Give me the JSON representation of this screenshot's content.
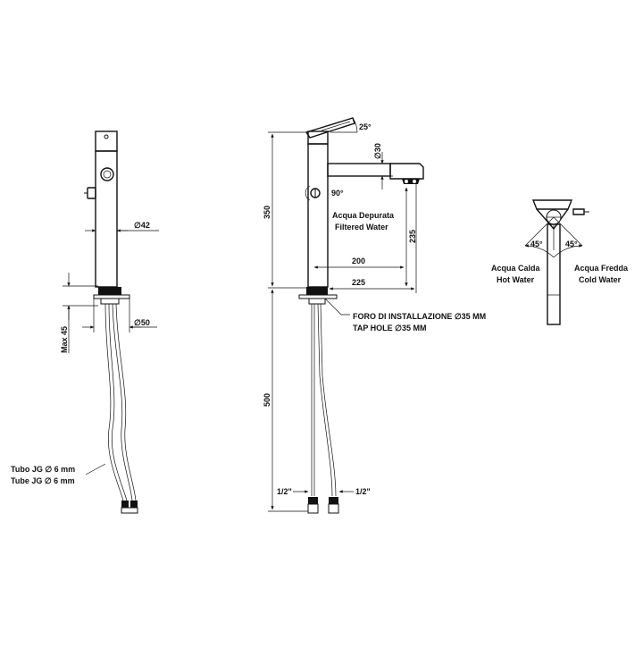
{
  "side_view": {
    "dim_diameter_body": "∅42",
    "dim_diameter_base": "∅50",
    "dim_max_height": "Max 45",
    "tube_it": "Tubo JG  ∅ 6 mm",
    "tube_en": "Tube JG  ∅ 6 mm"
  },
  "front_view": {
    "angle_lever": "25°",
    "dim_spout_dia": "∅30",
    "angle_swivel": "90°",
    "filtered_it": "Acqua Depurata",
    "filtered_en": "Filtered Water",
    "dim_height_350": "350",
    "dim_235": "235",
    "dim_200": "200",
    "dim_225": "225",
    "dim_500": "500",
    "hole_it": "FORO DI INSTALLAZIONE  ∅35 MM",
    "hole_en": "TAP HOLE  ∅35 MM",
    "thread_left": "1/2\"",
    "thread_right": "1/2\""
  },
  "top_view": {
    "angle_left": "45°",
    "angle_right": "45°",
    "hot_it": "Acqua Calda",
    "hot_en": "Hot Water",
    "cold_it": "Acqua Fredda",
    "cold_en": "Cold Water"
  }
}
